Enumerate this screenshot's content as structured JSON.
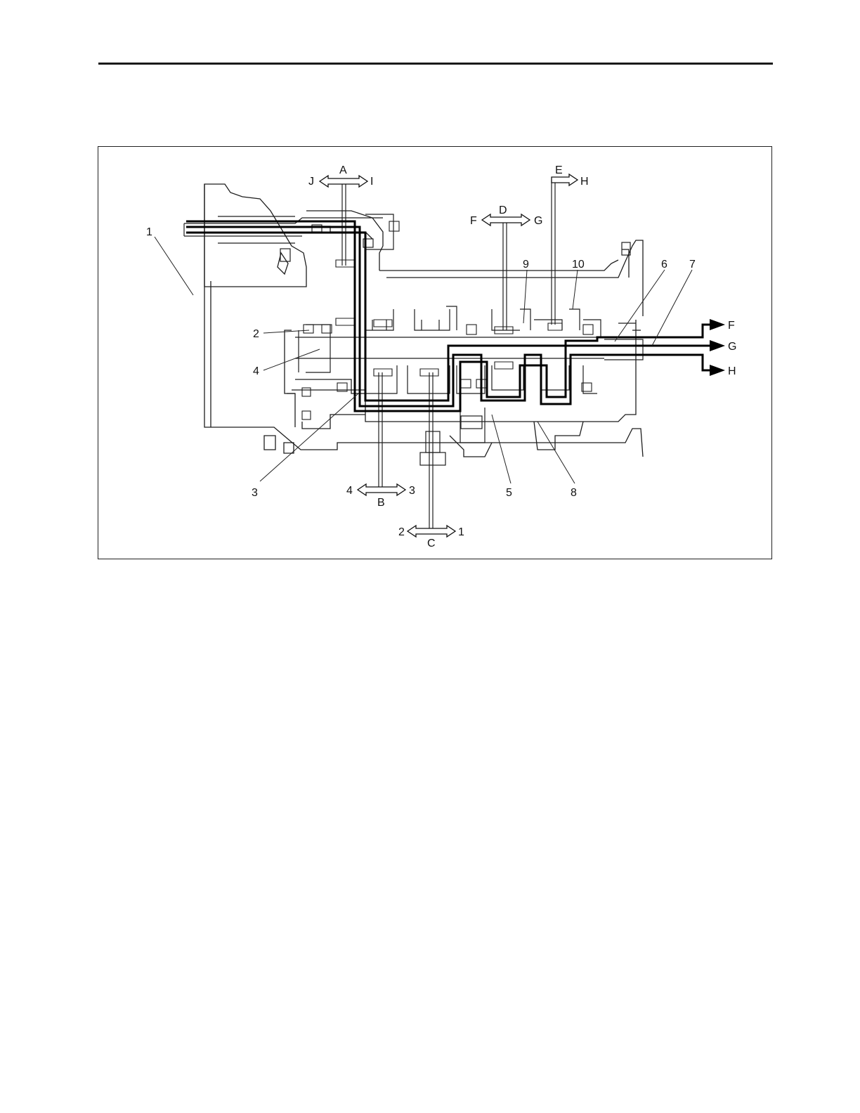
{
  "diagram": {
    "callouts": [
      "1",
      "2",
      "3",
      "4",
      "5",
      "6",
      "7",
      "8",
      "9",
      "10"
    ],
    "shift_arrows": {
      "A": {
        "letter": "A",
        "left": "J",
        "right": "I"
      },
      "B": {
        "letter": "B",
        "left": "4",
        "right": "3"
      },
      "C": {
        "letter": "C",
        "left": "2",
        "right": "1"
      },
      "D": {
        "letter": "D",
        "left": "F",
        "right": "G"
      },
      "E": {
        "letter": "E",
        "right": "H"
      }
    },
    "outputs": [
      "F",
      "G",
      "H"
    ]
  }
}
